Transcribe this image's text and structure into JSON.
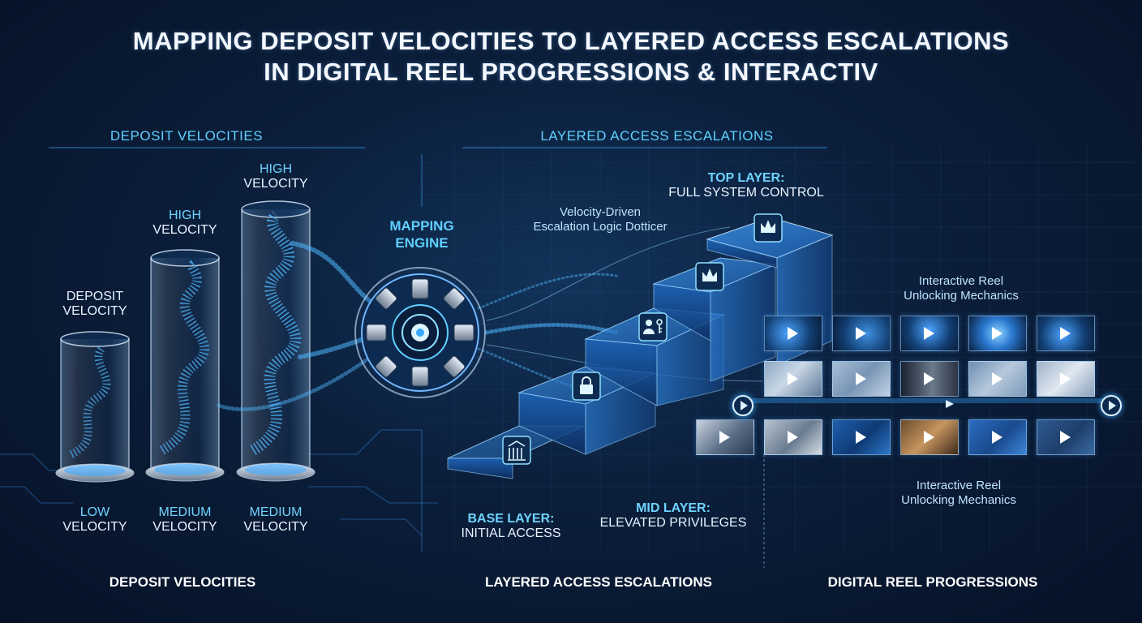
{
  "title": {
    "line1": "MAPPING DEPOSIT VELOCITIES TO LAYERED ACCESS ESCALATIONS",
    "line2": "IN DIGITAL REEL PROGRESSIONS & INTERACTIV"
  },
  "sections": {
    "deposit": "DEPOSIT VELOCITIES",
    "layered": "LAYERED ACCESS ESCALATIONS"
  },
  "cylinders": {
    "top_labels": [
      {
        "line1": "DEPOSIT",
        "line2": "VELOCITY"
      },
      {
        "line1": "HIGH",
        "line2": "VELOCITY"
      },
      {
        "line1": "HIGH",
        "line2": "VELOCITY"
      }
    ],
    "bottom_labels": [
      {
        "line1": "LOW",
        "line2": "VELOCITY"
      },
      {
        "line1": "MEDIUM",
        "line2": "VELOCITY"
      },
      {
        "line1": "MEDIUM",
        "line2": "VELOCITY"
      }
    ]
  },
  "engine": {
    "line1": "MAPPING",
    "line2": "ENGINE"
  },
  "logic": {
    "line1": "Velocity-Driven",
    "line2": "Escalation Logic Dotticer"
  },
  "layers": {
    "top": {
      "line1": "TOP LAYER:",
      "line2": "FULL SYSTEM CONTROL"
    },
    "mid": {
      "line1": "MID LAYER:",
      "line2": "ELEVATED PRIVILEGES"
    },
    "base": {
      "line1": "BASE LAYER:",
      "line2": "INITIAL ACCESS"
    }
  },
  "stair_icons": [
    "building-icon",
    "lock-icon",
    "user-key-icon",
    "crown-icon",
    "crown-icon"
  ],
  "reels": {
    "caption_top": {
      "line1": "Interactive Reel",
      "line2": "Unlocking Mechanics"
    },
    "caption_bottom": {
      "line1": "Interactive Reel",
      "line2": "Unlocking Mechanics"
    }
  },
  "footer": {
    "left": "DEPOSIT VELOCITIES",
    "middle": "LAYERED ACCESS ESCALATIONS",
    "right": "DIGITAL REEL PROGRESSIONS"
  },
  "colors": {
    "background": "#0b1e3a",
    "accent": "#5fd0ff",
    "glow": "#3aa8ff"
  }
}
